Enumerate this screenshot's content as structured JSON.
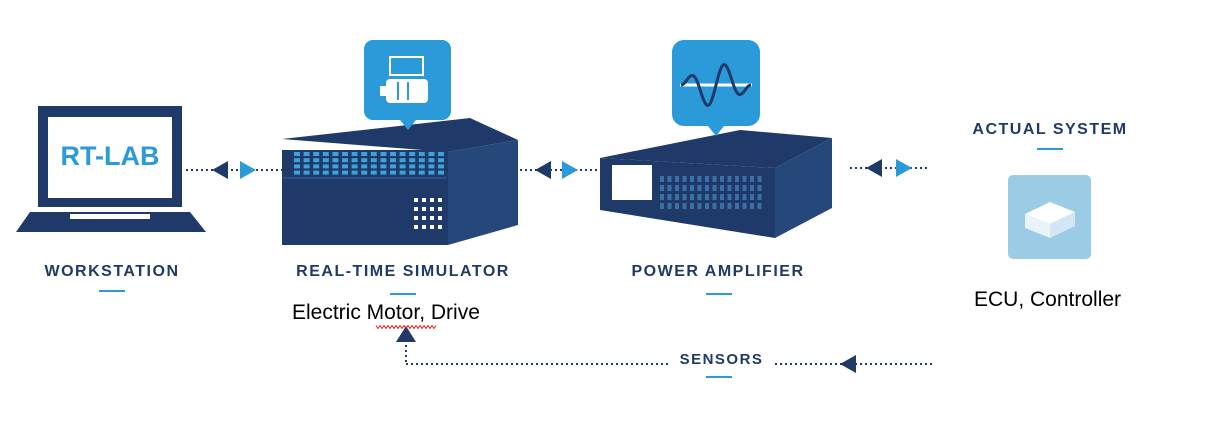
{
  "workstation": {
    "screen_text": "RT-LAB",
    "caption": "WORKSTATION"
  },
  "simulator": {
    "caption": "REAL-TIME SIMULATOR",
    "subtitle": "Electric Motor, Drive",
    "icon": "motor-icon"
  },
  "amplifier": {
    "caption": "POWER AMPLIFIER",
    "icon": "sine-wave-icon"
  },
  "actual_system": {
    "caption": "ACTUAL SYSTEM",
    "subtitle": "ECU, Controller",
    "icon": "ecu-box-icon"
  },
  "feedback": {
    "caption": "SENSORS"
  },
  "colors": {
    "navy": "#1f3a68",
    "accent": "#2a9bd8",
    "tile": "#9ccbe6"
  }
}
